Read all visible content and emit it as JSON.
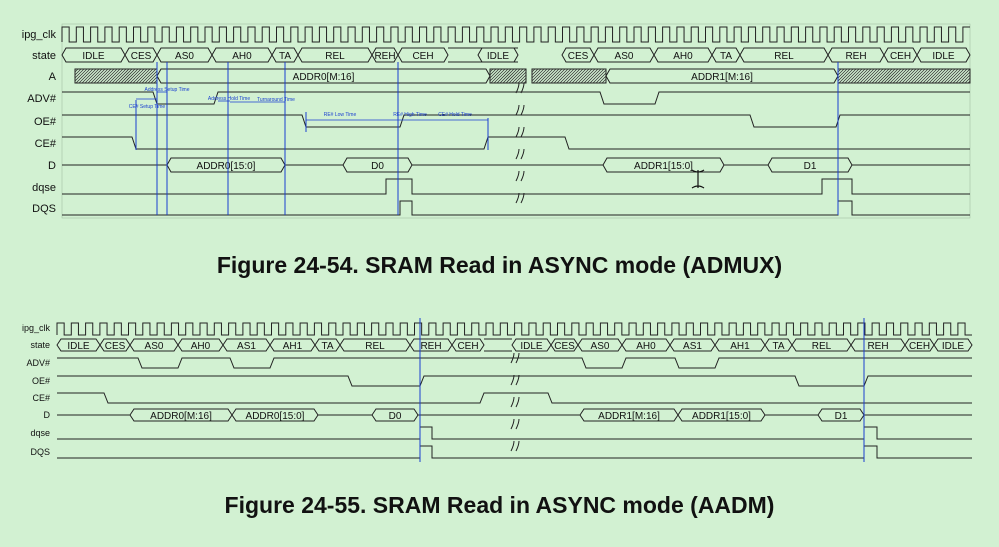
{
  "figure1": {
    "caption": "Figure 24-54. SRAM Read in ASYNC mode (ADMUX)",
    "signals": [
      "ipg_clk",
      "state",
      "A",
      "ADV#",
      "OE#",
      "CE#",
      "D",
      "dqse",
      "DQS"
    ],
    "states": [
      "IDLE",
      "CES",
      "AS0",
      "AH0",
      "TA",
      "REL",
      "REH",
      "CEH",
      "IDLE",
      "CES",
      "AS0",
      "AH0",
      "TA",
      "REL",
      "REH",
      "CEH",
      "IDLE"
    ],
    "bus_A": [
      "ADDR0[M:16]",
      "ADDR1[M:16]"
    ],
    "bus_D": [
      "ADDR0[15:0]",
      "D0",
      "ADDR1[15:0]",
      "D1"
    ],
    "timing_notes": [
      "CE# Setup Time",
      "Address Setup Time",
      "Address Hold Time",
      "Turnaround Time",
      "RE# Low Time",
      "RE# High Time",
      "CE# Hold Time"
    ]
  },
  "figure2": {
    "caption": "Figure 24-55. SRAM Read in ASYNC mode (AADM)",
    "signals": [
      "ipg_clk",
      "state",
      "ADV#",
      "OE#",
      "CE#",
      "D",
      "dqse",
      "DQS"
    ],
    "states": [
      "IDLE",
      "CES",
      "AS0",
      "AH0",
      "AS1",
      "AH1",
      "TA",
      "REL",
      "REH",
      "CEH",
      "IDLE",
      "CES",
      "AS0",
      "AH0",
      "AS1",
      "AH1",
      "TA",
      "REL",
      "REH",
      "CEH",
      "IDLE"
    ],
    "bus_D": [
      "ADDR0[M:16]",
      "ADDR0[15:0]",
      "D0",
      "ADDR1[M:16]",
      "ADDR1[15:0]",
      "D1"
    ]
  }
}
